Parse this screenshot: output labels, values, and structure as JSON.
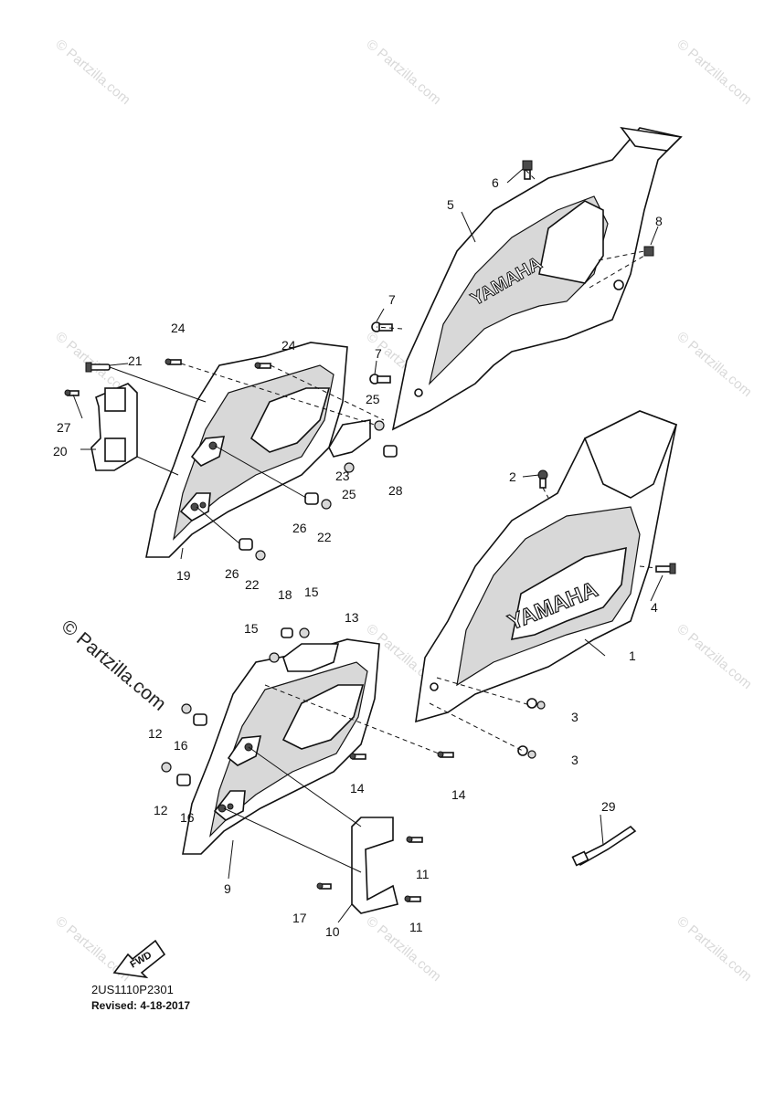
{
  "watermark": {
    "text": "© Partzilla.com"
  },
  "logo_text": {
    "left": "YAMAHA",
    "right": "YAMAHA"
  },
  "fwd_label": "FWD",
  "diagram_code": "2US1110P2301",
  "revised": "Revised: 4-18-2017",
  "callouts": {
    "c1": "1",
    "c2": "2",
    "c3a": "3",
    "c3b": "3",
    "c4": "4",
    "c5": "5",
    "c6": "6",
    "c7a": "7",
    "c7b": "7",
    "c8": "8",
    "c9": "9",
    "c10": "10",
    "c11a": "11",
    "c11b": "11",
    "c12a": "12",
    "c12b": "12",
    "c13": "13",
    "c14a": "14",
    "c14b": "14",
    "c15a": "15",
    "c15b": "15",
    "c16a": "16",
    "c16b": "16",
    "c17": "17",
    "c18": "18",
    "c19": "19",
    "c20": "20",
    "c21": "21",
    "c22a": "22",
    "c22b": "22",
    "c23": "23",
    "c24a": "24",
    "c24b": "24",
    "c25a": "25",
    "c25b": "25",
    "c26a": "26",
    "c26b": "26",
    "c27": "27",
    "c28": "28",
    "c29": "29"
  }
}
